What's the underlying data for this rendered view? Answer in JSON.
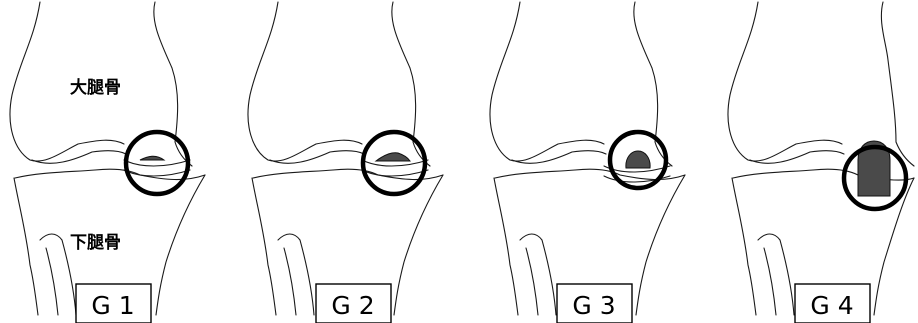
{
  "labels": {
    "femur": "大腿骨",
    "tibia": "下腿骨"
  },
  "grades": [
    {
      "label": "G 1",
      "stage": 1
    },
    {
      "label": "G 2",
      "stage": 2
    },
    {
      "label": "G 3",
      "stage": 3
    },
    {
      "label": "G 4",
      "stage": 4
    }
  ]
}
